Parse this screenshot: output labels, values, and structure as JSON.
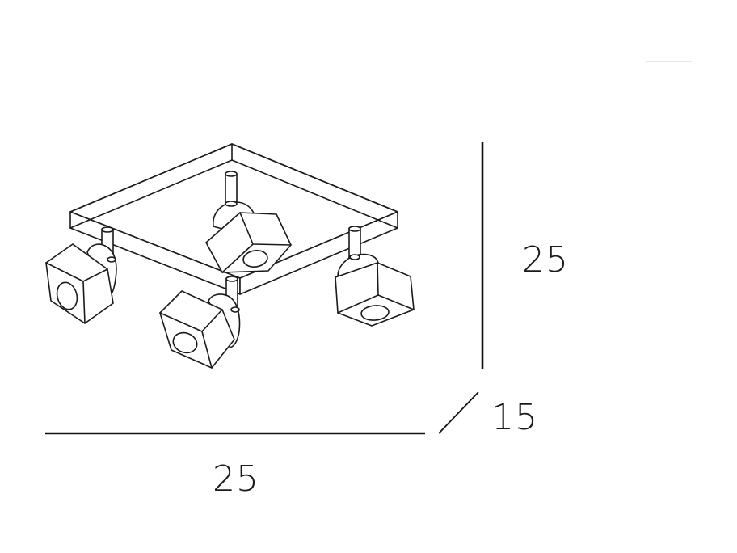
{
  "diagram": {
    "type": "technical-dimension-drawing",
    "subject": "4-light square ceiling spotlight plate",
    "spot_count": 4,
    "units_implied": "cm",
    "line_color": "#1a1a1a",
    "background": "#ffffff"
  },
  "dimensions": {
    "width": {
      "label": "25",
      "orientation": "horizontal"
    },
    "height": {
      "label": "25",
      "orientation": "vertical"
    },
    "depth": {
      "label": "15",
      "orientation": "diagonal"
    }
  }
}
